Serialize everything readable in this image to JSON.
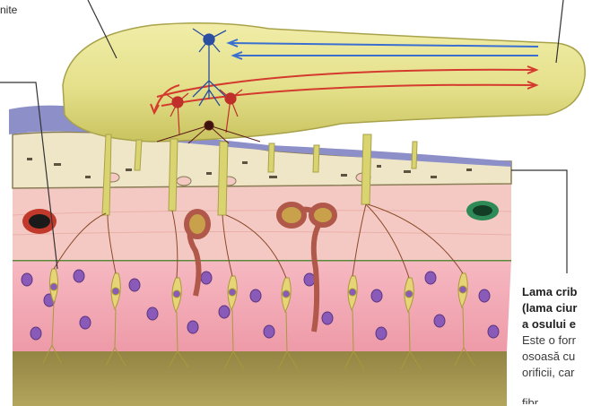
{
  "labels": {
    "top_left_fragment": "nite",
    "caption": {
      "title_line_1": "Lama crib",
      "title_line_2": "(lama ciur",
      "title_line_3": "a osului e",
      "body_line_1": "Este o forr",
      "body_line_2": "osoasă cu",
      "body_line_3": "orificii, car",
      "body_line_4": "fibr"
    }
  },
  "colors": {
    "olfactory_bulb": "#e4e08a",
    "bone": "#efe6c8",
    "mucosa": "#f5c9c3",
    "epithelium": "#f2a9b4",
    "nucleus": "#8a5ab8",
    "neuron": "#e6d477",
    "basal_layer": "#9c8e45",
    "purple_layer": "#8c8fc8",
    "signal_blue": "#3a6fd0",
    "signal_red": "#d43a2e",
    "leader_line": "#333333"
  }
}
